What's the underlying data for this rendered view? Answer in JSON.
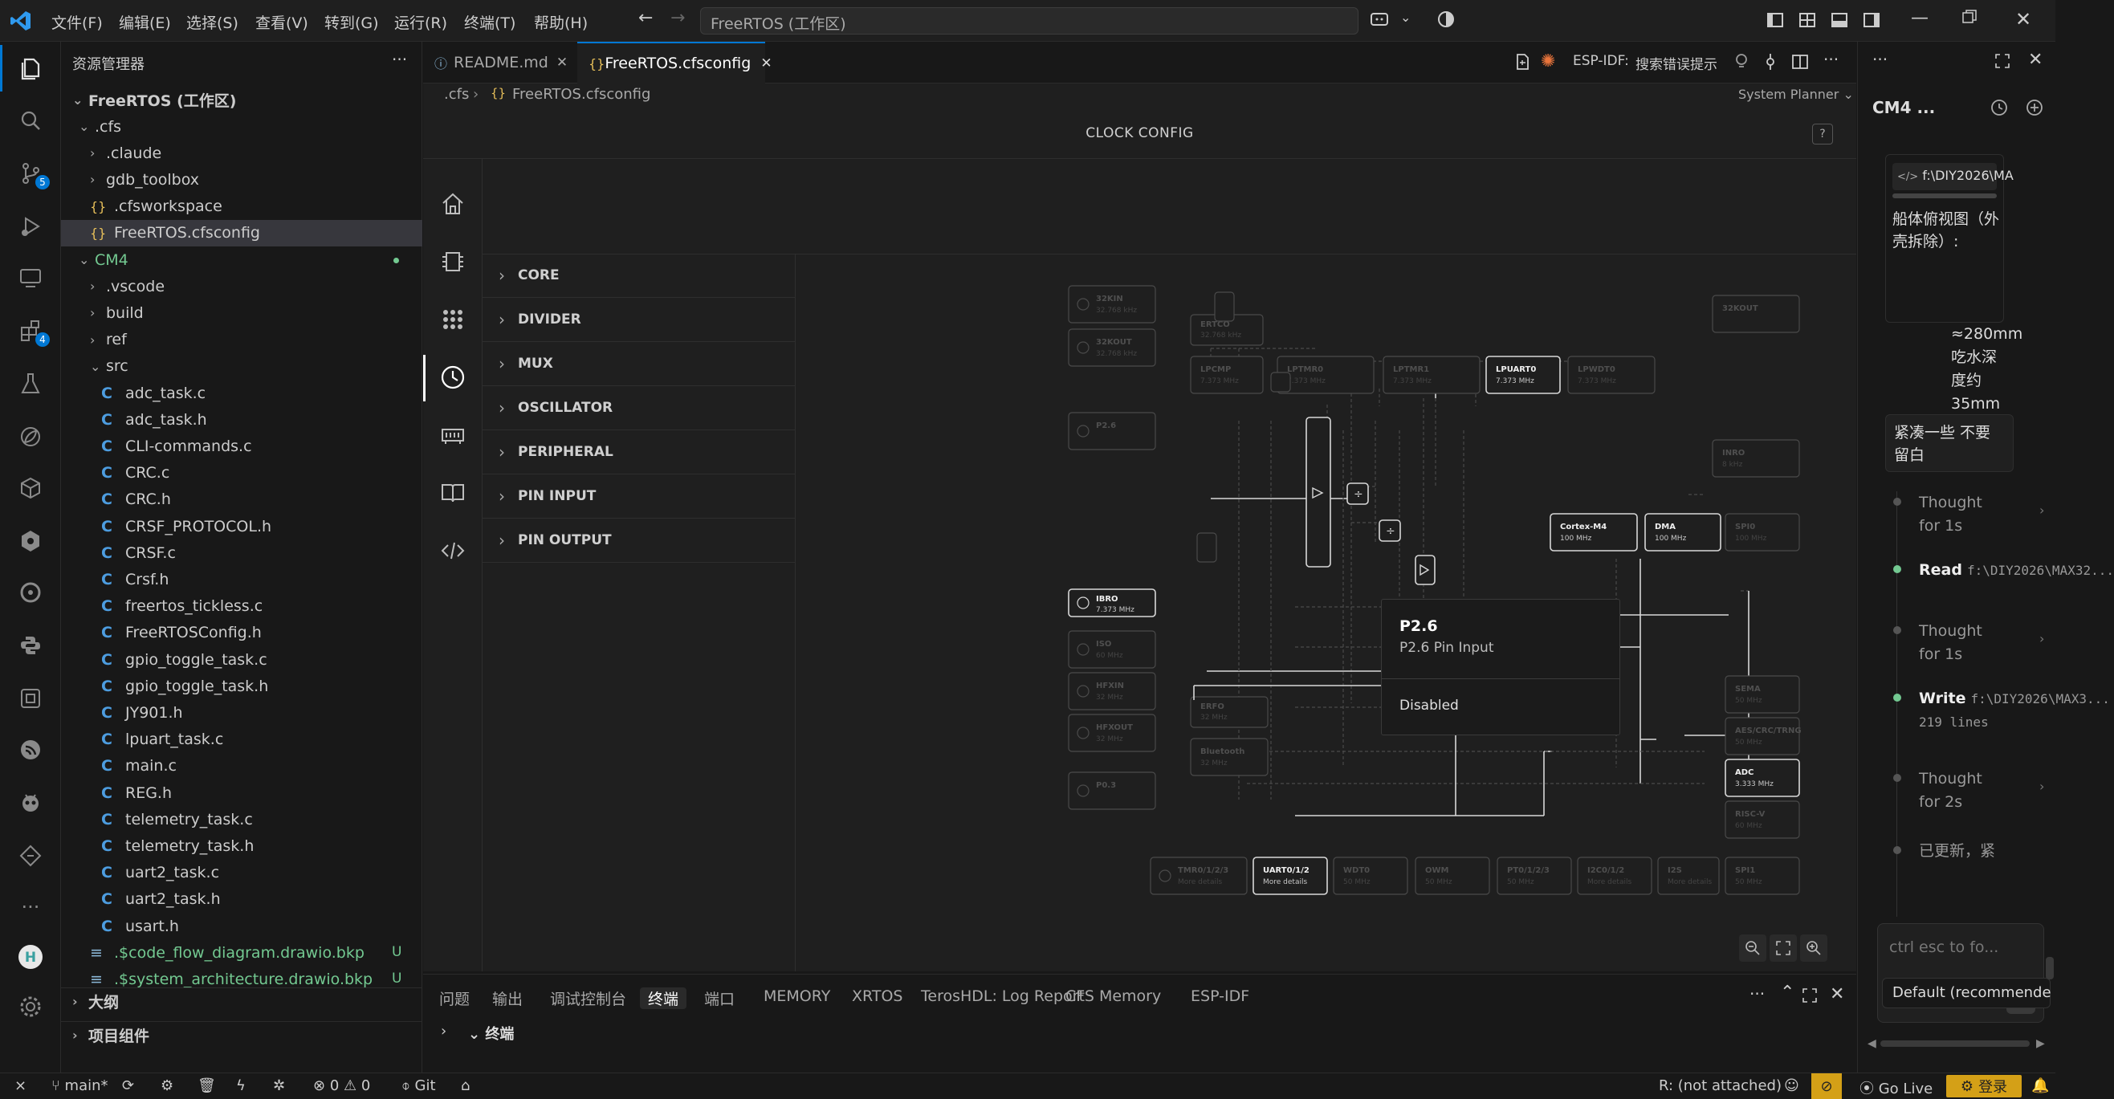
{
  "titlebar": {
    "menus": [
      "文件(F)",
      "编辑(E)",
      "选择(S)",
      "查看(V)",
      "转到(G)",
      "运行(R)",
      "终端(T)",
      "帮助(H)"
    ],
    "search_text": "FreeRTOS (工作区)"
  },
  "activity": {
    "source_control_badge": "5",
    "extensions_badge": "4"
  },
  "explorer": {
    "title": "资源管理器",
    "workspace": "FreeRTOS (工作区)",
    "items": [
      {
        "label": ".cfs",
        "kind": "folder-open",
        "indent": 1
      },
      {
        "label": ".claude",
        "kind": "folder",
        "indent": 2
      },
      {
        "label": "gdb_toolbox",
        "kind": "folder",
        "indent": 2
      },
      {
        "label": ".cfsworkspace",
        "kind": "json",
        "indent": 2
      },
      {
        "label": "FreeRTOS.cfsconfig",
        "kind": "json",
        "indent": 2,
        "selected": true
      },
      {
        "label": "CM4",
        "kind": "folder-open",
        "indent": 1,
        "color": "green"
      },
      {
        "label": ".vscode",
        "kind": "folder",
        "indent": 2
      },
      {
        "label": "build",
        "kind": "folder",
        "indent": 2
      },
      {
        "label": "ref",
        "kind": "folder",
        "indent": 2
      },
      {
        "label": "src",
        "kind": "folder-open",
        "indent": 2
      },
      {
        "label": "adc_task.c",
        "kind": "c",
        "indent": 3
      },
      {
        "label": "adc_task.h",
        "kind": "c",
        "indent": 3
      },
      {
        "label": "CLI-commands.c",
        "kind": "c",
        "indent": 3
      },
      {
        "label": "CRC.c",
        "kind": "c",
        "indent": 3
      },
      {
        "label": "CRC.h",
        "kind": "c",
        "indent": 3
      },
      {
        "label": "CRSF_PROTOCOL.h",
        "kind": "c",
        "indent": 3
      },
      {
        "label": "CRSF.c",
        "kind": "c",
        "indent": 3
      },
      {
        "label": "Crsf.h",
        "kind": "c",
        "indent": 3
      },
      {
        "label": "freertos_tickless.c",
        "kind": "c",
        "indent": 3
      },
      {
        "label": "FreeRTOSConfig.h",
        "kind": "c",
        "indent": 3
      },
      {
        "label": "gpio_toggle_task.c",
        "kind": "c",
        "indent": 3
      },
      {
        "label": "gpio_toggle_task.h",
        "kind": "c",
        "indent": 3
      },
      {
        "label": "JY901.h",
        "kind": "c",
        "indent": 3
      },
      {
        "label": "lpuart_task.c",
        "kind": "c",
        "indent": 3
      },
      {
        "label": "main.c",
        "kind": "c",
        "indent": 3
      },
      {
        "label": "REG.h",
        "kind": "c",
        "indent": 3
      },
      {
        "label": "telemetry_task.c",
        "kind": "c",
        "indent": 3
      },
      {
        "label": "telemetry_task.h",
        "kind": "c",
        "indent": 3
      },
      {
        "label": "uart2_task.c",
        "kind": "c",
        "indent": 3
      },
      {
        "label": "uart2_task.h",
        "kind": "c",
        "indent": 3
      },
      {
        "label": "usart.h",
        "kind": "c",
        "indent": 3
      },
      {
        "label": ".$code_flow_diagram.drawio.bkp",
        "kind": "bkp",
        "indent": 2,
        "status": "U"
      },
      {
        "label": ".$system_architecture.drawio.bkp",
        "kind": "bkp",
        "indent": 2,
        "status": "U"
      }
    ],
    "outline": "大纲",
    "project_components": "项目组件"
  },
  "tabs": [
    {
      "label": "README.md",
      "active": false
    },
    {
      "label": "FreeRTOS.cfsconfig",
      "active": true
    }
  ],
  "editor_actions": {
    "espidf_label": "ESP-IDF:",
    "espidf_hint": "搜索错误提示",
    "planner": "System Planner"
  },
  "breadcrumb": [
    ".cfs",
    "FreeRTOS.cfsconfig"
  ],
  "clock": {
    "header": "CLOCK CONFIG",
    "sections": [
      "CORE",
      "DIVIDER",
      "MUX",
      "OSCILLATOR",
      "PERIPHERAL",
      "PIN INPUT",
      "PIN OUTPUT"
    ],
    "popup": {
      "title": "P2.6",
      "subtitle": "P2.6 Pin Input",
      "state": "Disabled"
    },
    "nodes": [
      {
        "name": "32KIN",
        "freq": "32.768 kHz"
      },
      {
        "name": "32KOUT",
        "freq": "32.768 kHz"
      },
      {
        "name": "ERTCO",
        "freq": "32.768 kHz"
      },
      {
        "name": "32KOUT",
        "freq": ""
      },
      {
        "name": "LPCMP",
        "freq": "7.373 MHz"
      },
      {
        "name": "LPTMR0",
        "freq": "7.373 MHz"
      },
      {
        "name": "LPTMR1",
        "freq": "7.373 MHz"
      },
      {
        "name": "LPUART0",
        "freq": "7.373 MHz"
      },
      {
        "name": "LPWDT0",
        "freq": "7.373 MHz"
      },
      {
        "name": "P2.6",
        "freq": ""
      },
      {
        "name": "INRO",
        "freq": "8 kHz"
      },
      {
        "name": "Cortex-M4",
        "freq": "100 MHz"
      },
      {
        "name": "DMA",
        "freq": "100 MHz"
      },
      {
        "name": "SPI0",
        "freq": "100 MHz"
      },
      {
        "name": "IBRO",
        "freq": "7.373 MHz"
      },
      {
        "name": "ISO",
        "freq": "60 MHz"
      },
      {
        "name": "HFXIN",
        "freq": "32 MHz"
      },
      {
        "name": "HFXOUT",
        "freq": "32 MHz"
      },
      {
        "name": "ERFO",
        "freq": "32 MHz"
      },
      {
        "name": "Bluetooth",
        "freq": "32 MHz"
      },
      {
        "name": "P0.3",
        "freq": ""
      },
      {
        "name": "SEMA",
        "freq": "50 MHz"
      },
      {
        "name": "AES/CRC/TRNG",
        "freq": "50 MHz"
      },
      {
        "name": "ADC",
        "freq": "3.333 MHz"
      },
      {
        "name": "RISC-V",
        "freq": "60 MHz"
      },
      {
        "name": "TMR0/1/2/3",
        "freq": "More details"
      },
      {
        "name": "UART0/1/2",
        "freq": "More details"
      },
      {
        "name": "WDT0",
        "freq": "50 MHz"
      },
      {
        "name": "OWM",
        "freq": "50 MHz"
      },
      {
        "name": "PT0/1/2/3",
        "freq": "50 MHz"
      },
      {
        "name": "I2C0/1/2",
        "freq": "More details"
      },
      {
        "name": "I2S",
        "freq": "More details"
      },
      {
        "name": "SPI1",
        "freq": "50 MHz"
      }
    ]
  },
  "chat": {
    "title": "CM4 ...",
    "path_chip": "f:\\DIY2026\\MA",
    "msg1": "船体俯视图（外壳拆除）:",
    "msg2_lines": [
      "≈280mm",
      "吃水深",
      "度约",
      "35mm"
    ],
    "user_msg": "紧凑一些 不要留白",
    "steps": [
      {
        "label": "Thought for 1s",
        "dot": "gray"
      },
      {
        "label": "Read",
        "detail": "f:\\DIY2026\\MAX32...",
        "dot": "green"
      },
      {
        "label": "Thought for 1s",
        "dot": "gray"
      },
      {
        "label": "Write",
        "detail": "f:\\DIY2026\\MAX3... 219 lines",
        "dot": "green"
      },
      {
        "label": "Thought for 2s",
        "dot": "gray"
      },
      {
        "label": "已更新，紧",
        "dot": "gray"
      }
    ],
    "input_placeholder": "ctrl esc to fo...",
    "model": "Default (recommende"
  },
  "panel": {
    "tabs": [
      "问题",
      "输出",
      "调试控制台",
      "终端",
      "端口",
      "MEMORY",
      "XRTOS",
      "TerosHDL: Log Report",
      "CFS Memory",
      "ESP-IDF"
    ],
    "active": "终端",
    "terminal_label": "终端"
  },
  "status": {
    "branch": "main*",
    "errors": "0",
    "warnings": "0",
    "git": "Git",
    "r_status": "R: (not attached)",
    "golive": "Go Live",
    "login": "登录"
  },
  "colors": {
    "accent": "#0078d4",
    "green": "#73c991",
    "background": "#1f1f1f"
  }
}
